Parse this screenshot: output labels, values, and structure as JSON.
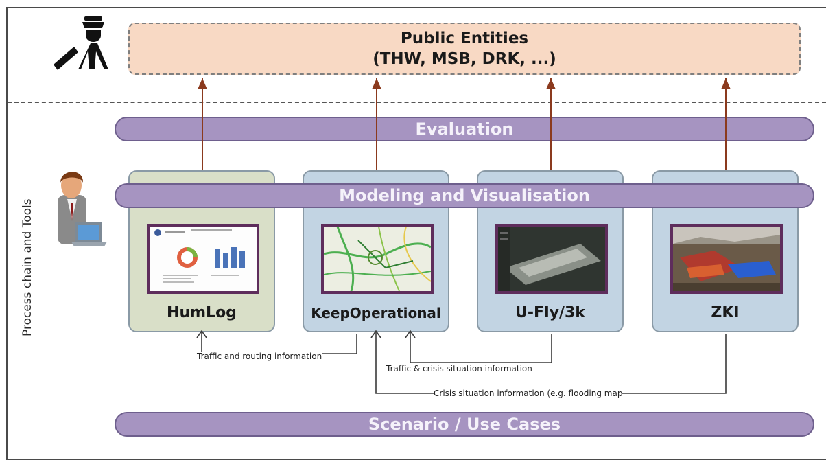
{
  "public_entities": {
    "line1": "Public Entities",
    "line2": "(THW, MSB, DRK, ...)"
  },
  "bars": {
    "evaluation": "Evaluation",
    "modeling": "Modeling and Visualisation",
    "scenario": "Scenario / Use Cases"
  },
  "side_label": "Process chain and Tools",
  "tools": [
    {
      "name": "HumLog",
      "color": "#d9dfc8"
    },
    {
      "name": "KeepOperational",
      "color": "#c2d4e3"
    },
    {
      "name": "U-Fly/3k",
      "color": "#c2d4e3"
    },
    {
      "name": "ZKI",
      "color": "#c2d4e3"
    }
  ],
  "flows": {
    "traffic_routing": "Traffic and routing information",
    "traffic_crisis": "Traffic & crisis situation information",
    "crisis_situation": "Crisis situation information (e.g. flooding map"
  },
  "colors": {
    "arrow": "#8b3a1e",
    "bar": "#a694c1",
    "public": "#f8d9c4"
  }
}
